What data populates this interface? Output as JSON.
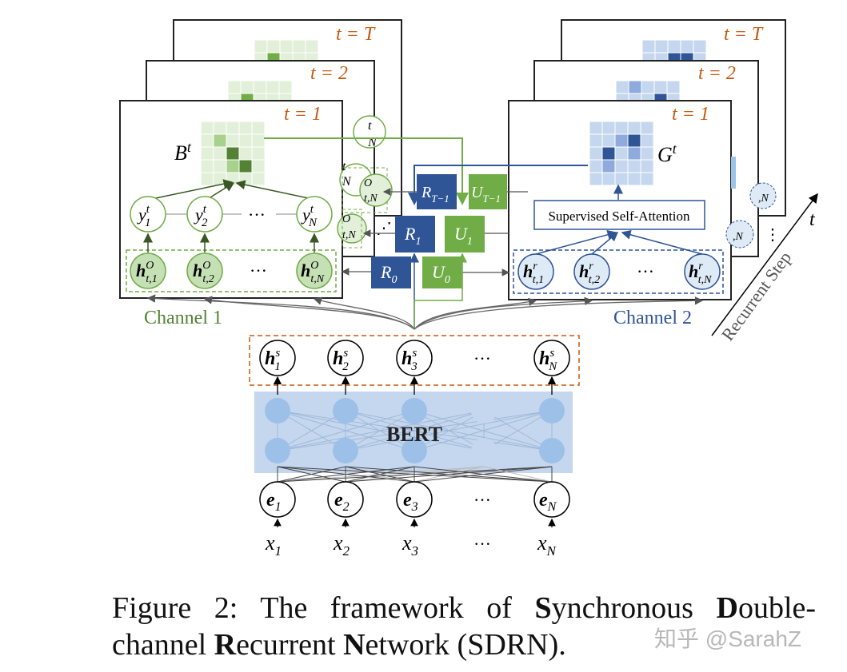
{
  "frames": {
    "left_labels": [
      "t = T",
      "t = 2",
      "t = 1"
    ],
    "right_labels": [
      "t = T",
      "t = 2",
      "t = 1"
    ]
  },
  "channel1": {
    "title": "Channel 1",
    "matrix_label": "B",
    "matrix_sup": "t",
    "y_nodes": [
      {
        "base": "y",
        "sup": "t",
        "sub": "1"
      },
      {
        "base": "y",
        "sup": "t",
        "sub": "2"
      },
      {
        "base": "y",
        "sup": "t",
        "sub": "N"
      }
    ],
    "h_nodes": [
      {
        "base": "h",
        "sup": "O",
        "sub": "t,1"
      },
      {
        "base": "h",
        "sup": "O",
        "sub": "t,2"
      },
      {
        "base": "h",
        "sup": "O",
        "sub": "t,N"
      }
    ],
    "ellipsis": "···",
    "back_fragments": [
      {
        "sup": "t",
        "sub": "N"
      },
      {
        "sup": "t",
        "sub": "N"
      },
      {
        "sup": "O",
        "sub": "t,N"
      },
      {
        "sup": "O",
        "sub": "t,N"
      }
    ]
  },
  "channel2": {
    "title": "Channel 2",
    "matrix_label": "G",
    "matrix_sup": "t",
    "attention_label": "Supervised Self-Attention",
    "h_nodes": [
      {
        "base": "h",
        "sup": "r",
        "sub": "t,1"
      },
      {
        "base": "h",
        "sup": "r",
        "sub": "t,2"
      },
      {
        "base": "h",
        "sup": "r",
        "sub": "t,N"
      }
    ],
    "ellipsis": "···",
    "back_fragments": [
      {
        "sup": "",
        "sub": ",N"
      },
      {
        "sup": "",
        "sub": ",N"
      }
    ]
  },
  "relation_units": [
    {
      "base": "R",
      "sub": "T−1",
      "color": "#2f5597"
    },
    {
      "base": "U",
      "sub": "T−1",
      "color": "#70ad47"
    },
    {
      "base": "R",
      "sub": "1",
      "color": "#2f5597"
    },
    {
      "base": "U",
      "sub": "1",
      "color": "#70ad47"
    },
    {
      "base": "R",
      "sub": "0",
      "color": "#2f5597"
    },
    {
      "base": "U",
      "sub": "0",
      "color": "#70ad47"
    }
  ],
  "recurrent": {
    "label": "Recurrent Step",
    "var": "t"
  },
  "shared": {
    "h_nodes": [
      {
        "base": "h",
        "sup": "s",
        "sub": "1"
      },
      {
        "base": "h",
        "sup": "s",
        "sub": "2"
      },
      {
        "base": "h",
        "sup": "s",
        "sub": "3"
      },
      {
        "base": "h",
        "sup": "s",
        "sub": "N"
      }
    ],
    "ellipsis": "···"
  },
  "bert": {
    "label": "BERT"
  },
  "embeddings": [
    {
      "base": "e",
      "sub": "1"
    },
    {
      "base": "e",
      "sub": "2"
    },
    {
      "base": "e",
      "sub": "3"
    },
    {
      "base": "e",
      "sub": "N"
    }
  ],
  "inputs": [
    {
      "base": "x",
      "sub": "1"
    },
    {
      "base": "x",
      "sub": "2"
    },
    {
      "base": "x",
      "sub": "3"
    },
    {
      "base": "x",
      "sub": "N"
    }
  ],
  "caption": {
    "prefix": "Figure 2: The framework of ",
    "w1b": "S",
    "w1": "ynchronous ",
    "w2b": "D",
    "w2": "ouble-channel ",
    "w3b": "R",
    "w3": "ecurrent ",
    "w4b": "N",
    "w4": "etwork (SDRN)."
  },
  "watermark": "知乎 @SarahZ",
  "colors": {
    "green": "#70ad47",
    "green_dark": "#548235",
    "blue": "#2f5597",
    "orange": "#c55a11",
    "bert_bg": "#c5d7ee",
    "bert_node": "#9dc0e8"
  }
}
